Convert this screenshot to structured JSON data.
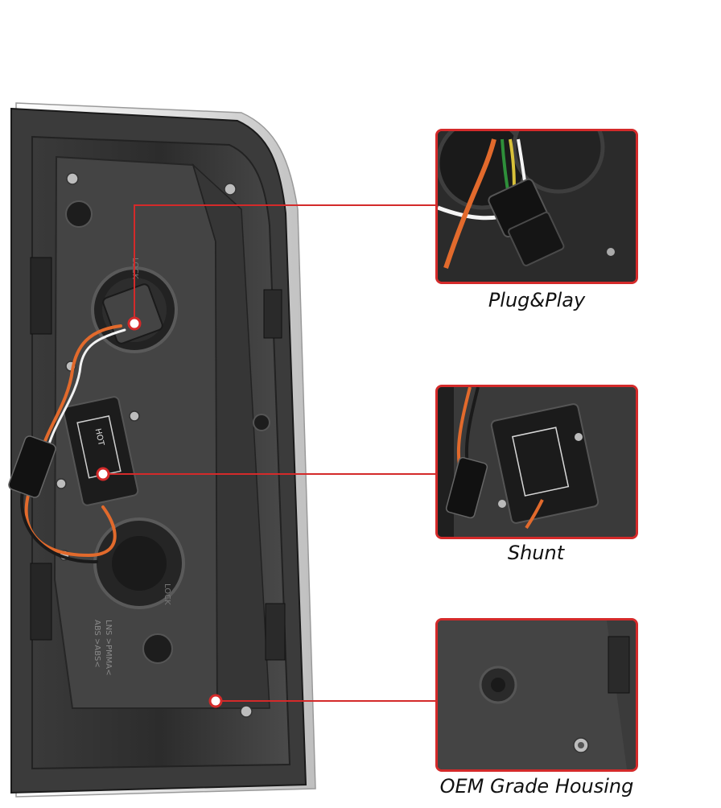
{
  "callouts": [
    {
      "caption": "Plug&Play"
    },
    {
      "caption": "Shunt"
    },
    {
      "caption": "OEM Grade Housing"
    }
  ],
  "housing": {
    "lock_label": "LOCK",
    "material_label": "LNS >PMMA<",
    "resin_label": "ABS >ABS<",
    "shunt_label": "HOT"
  },
  "colors": {
    "accent": "#d42a2a",
    "housing_dark": "#2a2a2a",
    "housing_mid": "#4a4a4a",
    "wire_orange": "#e26a2c",
    "chrome": "#e6e6e6"
  }
}
